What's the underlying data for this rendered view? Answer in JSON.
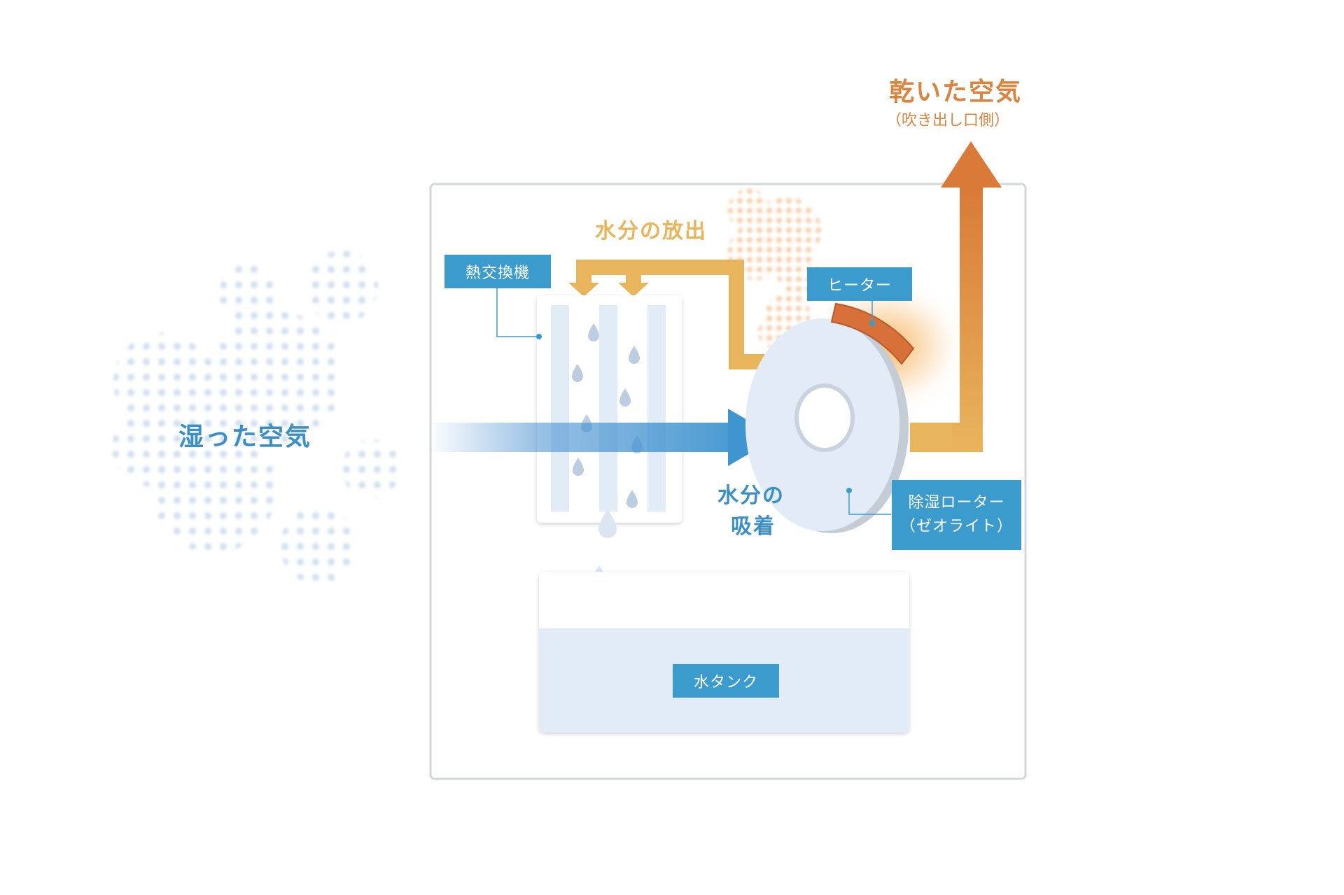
{
  "outputs": {
    "dry_air_title": "乾いた空気",
    "dry_air_sub": "（吹き出し口側）"
  },
  "inputs": {
    "humid_air": "湿った空気"
  },
  "process": {
    "moisture_release": "水分の放出",
    "moisture_adsorption_line1": "水分の",
    "moisture_adsorption_line2": "吸着"
  },
  "labels": {
    "heat_exchanger": "熱交換機",
    "heater": "ヒーター",
    "rotor_line1": "除湿ローター",
    "rotor_line2": "（ゼオライト）",
    "water_tank": "水タンク"
  },
  "colors": {
    "blue_label": "#3a9bcc",
    "blue_text": "#3b8fc4",
    "orange_text": "#d9843f",
    "flow_gold": "#e8b55c",
    "heater": "#d8703a",
    "rotor": "#e3ecf6",
    "tank_water": "#e2ecf6"
  }
}
